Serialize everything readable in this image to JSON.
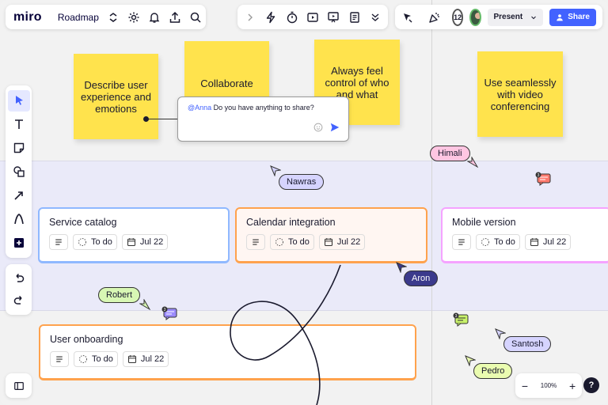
{
  "app": {
    "logo": "miro",
    "board_name": "Roadmap"
  },
  "topbar": {
    "collaborator_count": "12",
    "present_label": "Present",
    "share_label": "Share"
  },
  "stickies": [
    {
      "text": "Describe user experience and emotions"
    },
    {
      "text": "Collaborate"
    },
    {
      "text": "Always feel control of who and what"
    },
    {
      "text": "Use seamlessly with video conferencing"
    }
  ],
  "comment": {
    "mention": "@Anna",
    "text": "Do you have anything to share?"
  },
  "cards": [
    {
      "title": "Service catalog",
      "status": "To do",
      "date": "Jul 22"
    },
    {
      "title": "Calendar integration",
      "status": "To do",
      "date": "Jul 22"
    },
    {
      "title": "Mobile version",
      "status": "To do",
      "date": "Jul 22"
    },
    {
      "title": "User onboarding",
      "status": "To do",
      "date": "Jul 22"
    }
  ],
  "cursors": [
    {
      "name": "Himali",
      "color": "#ffc6e2"
    },
    {
      "name": "Nawras",
      "color": "#d6d4ff"
    },
    {
      "name": "Aron",
      "color": "#3b3a8c"
    },
    {
      "name": "Robert",
      "color": "#d8f7b4"
    },
    {
      "name": "Santosh",
      "color": "#d6d4ff"
    },
    {
      "name": "Pedro",
      "color": "#eafcb0"
    }
  ],
  "comment_badges": [
    {
      "count": "3",
      "color": "#ff7a6e"
    },
    {
      "count": "3",
      "color": "#9c8cff"
    },
    {
      "count": "3",
      "color": "#c8f26a"
    }
  ],
  "zoom": {
    "level": "100%",
    "minus": "−",
    "plus": "+"
  },
  "help_label": "?",
  "colors": {
    "sticky": "#ffe34d",
    "accent": "#4262ff",
    "card_blue_border": "#8fb8ff",
    "card_orange_border": "#ffa24d",
    "card_pink_border": "#f5a3ff"
  }
}
